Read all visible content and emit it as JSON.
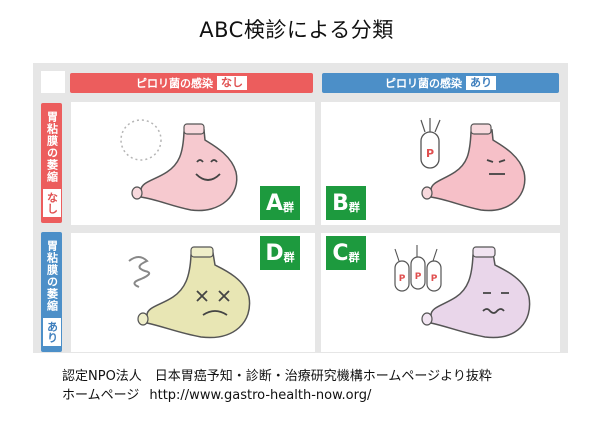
{
  "title": "ABC検診による分類",
  "header": {
    "col_negative": {
      "label": "ピロリ菌の感染",
      "tag": "なし",
      "color": "#ec5d5d"
    },
    "col_positive": {
      "label": "ピロリ菌の感染",
      "tag": "あり",
      "color": "#4c8fc8"
    }
  },
  "rows": {
    "atrophy_negative": {
      "label": "胃粘膜の萎縮",
      "tag": "なし"
    },
    "atrophy_positive": {
      "label": "胃粘膜の萎縮",
      "tag": "あり"
    }
  },
  "groups": {
    "A": {
      "letter": "A",
      "suffix": "群"
    },
    "B": {
      "letter": "B",
      "suffix": "群"
    },
    "C": {
      "letter": "C",
      "suffix": "群"
    },
    "D": {
      "letter": "D",
      "suffix": "群"
    }
  },
  "bacteria_letter": "P",
  "footer": {
    "line1": "認定NPO法人　日本胃癌予知・診断・治療研究機構ホームページより抜粋",
    "line2_label": "ホームページ",
    "line2_url": "http://www.gastro-health-now.org/"
  },
  "colors": {
    "group_green": "#1d9a3e",
    "stomach_pink": "#f6c9cf",
    "stomach_yellow": "#e8e6b4",
    "stomach_purple": "#e9d6ea"
  }
}
